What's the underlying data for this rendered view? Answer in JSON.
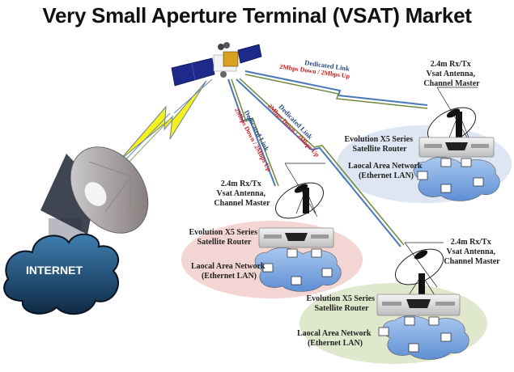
{
  "title": "Very Small Aperture Terminal (VSAT) Market",
  "internet": {
    "label": "INTERNET"
  },
  "links": [
    {
      "name": "link-to-top-right",
      "title": "Dedicated Link",
      "rate": "2Mbps Down / 2Mbps Up"
    },
    {
      "name": "link-to-middle",
      "title": "Dedicated Link",
      "rate": "2Mbps Down / 2Mbps Up"
    },
    {
      "name": "link-to-bottom-right",
      "title": "Dedicated Link",
      "rate": "2Mbps Down / 2Mbps Up"
    }
  ],
  "sites": [
    {
      "name": "top-right",
      "antenna": [
        "2.4m Rx/Tx",
        "Vsat Antenna,",
        "Channel Master"
      ],
      "router": [
        "Evolution X5 Series",
        "Satellite Router"
      ],
      "lan": [
        "Laocal Area Network",
        "(Ethernet LAN)"
      ],
      "color": "#dde6f2"
    },
    {
      "name": "middle",
      "antenna": [
        "2.4m Rx/Tx",
        "Vsat Antenna,",
        "Channel Master"
      ],
      "router": [
        "Evolution X5 Series",
        "Satellite Router"
      ],
      "lan": [
        "Laocal Area Network",
        "(Ethernet LAN)"
      ],
      "color": "#f3d6d3"
    },
    {
      "name": "bottom-right",
      "antenna": [
        "2.4m Rx/Tx",
        "Vsat Antenna,",
        "Channel Master"
      ],
      "router": [
        "Evolution X5 Series",
        "Satellite Router"
      ],
      "lan": [
        "Laocal Area Network",
        "(Ethernet LAN)"
      ],
      "color": "#dfe8cc"
    }
  ]
}
